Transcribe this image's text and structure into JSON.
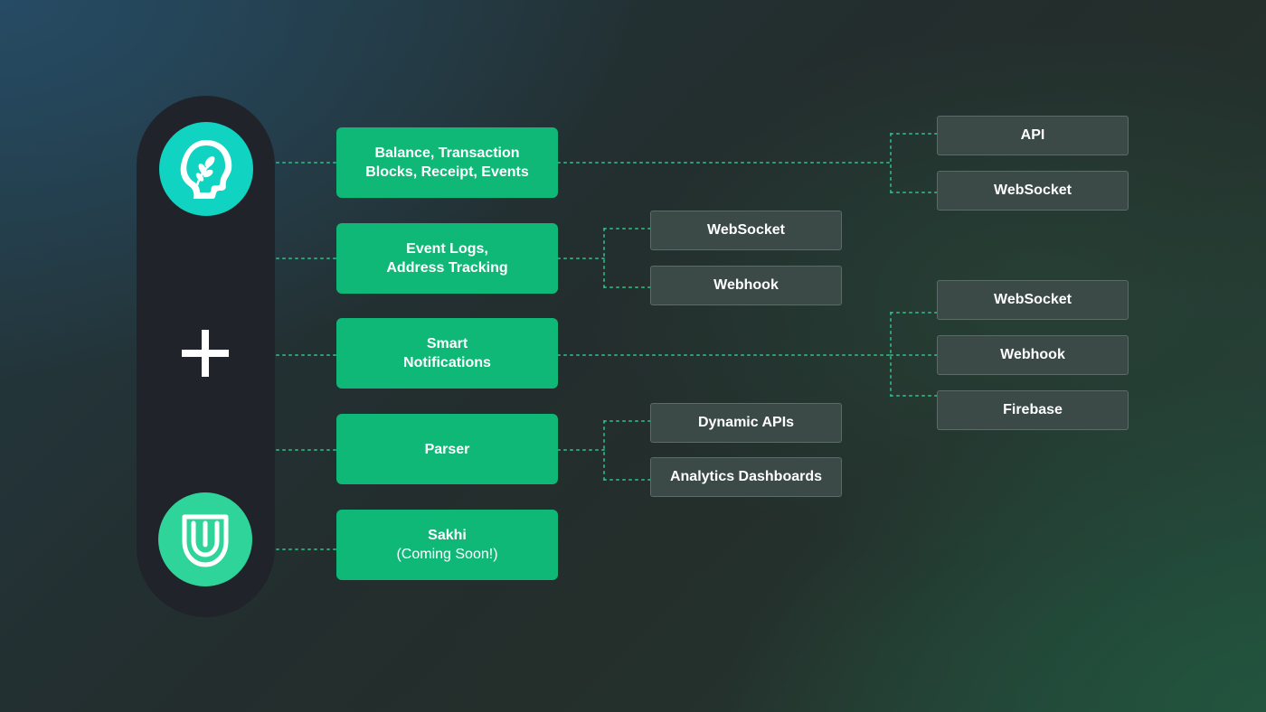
{
  "center_symbol": "+",
  "features": [
    {
      "line1": "Balance, Transaction",
      "line2": "Blocks, Receipt, Events"
    },
    {
      "line1": "Event Logs,",
      "line2": "Address Tracking"
    },
    {
      "line1": "Smart",
      "line2": "Notifications"
    },
    {
      "line1": "Parser",
      "line2": ""
    },
    {
      "line1": "Sakhi",
      "line2": "(Coming Soon!)"
    }
  ],
  "outputs": {
    "balance": [
      "API",
      "WebSocket"
    ],
    "event_logs": [
      "WebSocket",
      "Webhook"
    ],
    "notifications": [
      "WebSocket",
      "Webhook",
      "Firebase"
    ],
    "parser": [
      "Dynamic APIs",
      "Analytics Dashboards"
    ]
  },
  "colors": {
    "feature_green": "#0fb877",
    "output_box": "#3b4a47",
    "connector_dots": "#2fbf86",
    "pill": "#20232a",
    "logo_top": "#10d3c2",
    "logo_bottom": "#2fd49a"
  }
}
